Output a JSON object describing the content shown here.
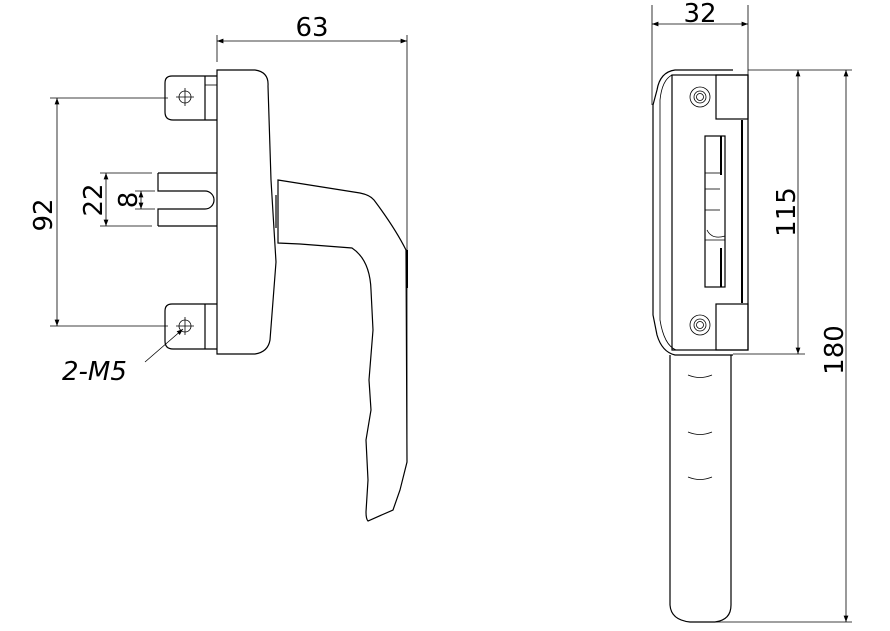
{
  "drawing": {
    "side_view": {
      "width_dim": "63",
      "hole_spacing_dim": "92",
      "spindle_dim": "22",
      "slot_dim": "8",
      "screw_label": "2-M5"
    },
    "front_view": {
      "width_dim": "32",
      "base_height_dim": "115",
      "total_height_dim": "180"
    },
    "colors": {
      "line": "#000000",
      "background": "#ffffff"
    }
  }
}
